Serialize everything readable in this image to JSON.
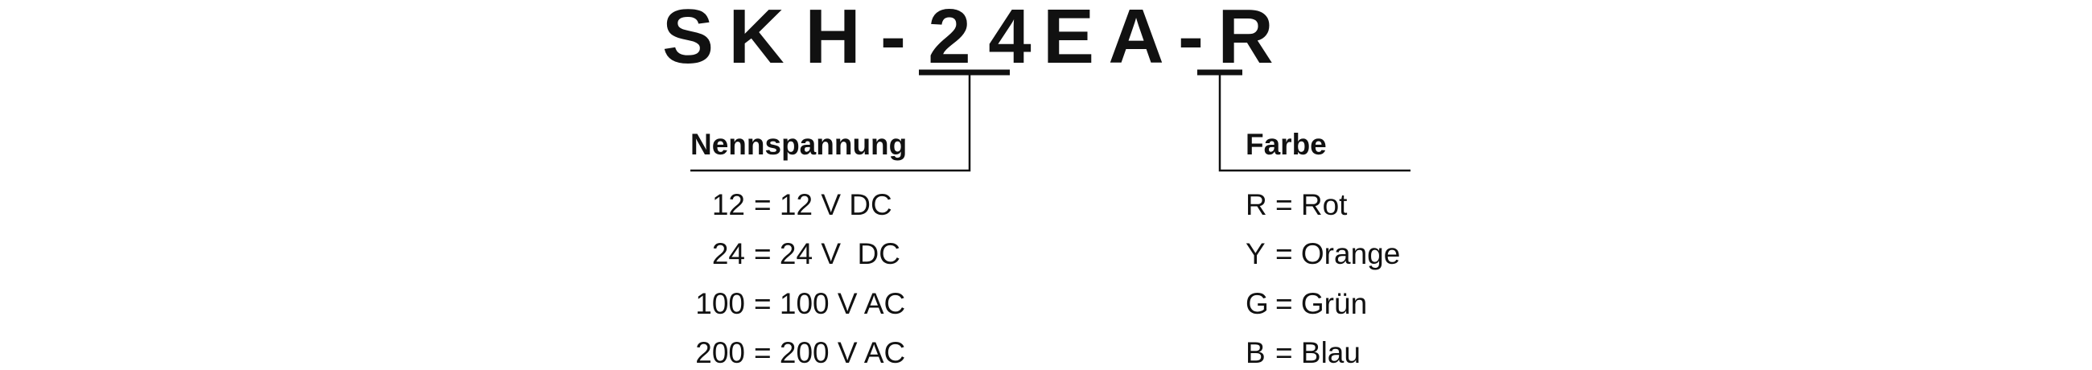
{
  "model_code": {
    "characters": [
      "S",
      "K",
      "H",
      "-",
      "2",
      "4",
      "E",
      "A",
      "-",
      "R"
    ]
  },
  "voltage": {
    "heading": "Nennspannung",
    "options": [
      {
        "code": "12",
        "text": "= 12 V DC"
      },
      {
        "code": "24",
        "text": "= 24 V  DC"
      },
      {
        "code": "100",
        "text": "= 100 V AC"
      },
      {
        "code": "200",
        "text": "= 200 V AC"
      }
    ]
  },
  "color": {
    "heading": "Farbe",
    "options": [
      {
        "code": "R",
        "text": "= Rot"
      },
      {
        "code": "Y",
        "text": "= Orange"
      },
      {
        "code": "G",
        "text": "= Grün"
      },
      {
        "code": "B",
        "text": "= Blau"
      }
    ]
  }
}
